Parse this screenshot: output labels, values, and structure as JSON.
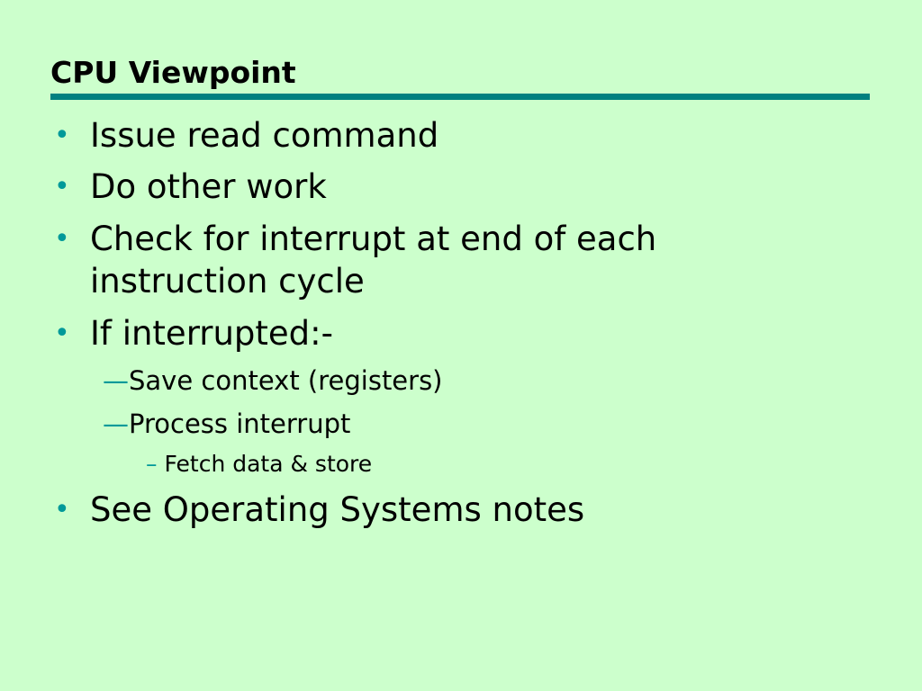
{
  "slide": {
    "title": "CPU Viewpoint",
    "accent_color": "#008080",
    "bullet_color": "#009999",
    "background_color": "#ccffcc",
    "bullets": [
      "Issue read command",
      "Do other work",
      "Check for interrupt at end of each",
      "instruction cycle",
      "If interrupted:-",
      "See Operating Systems notes"
    ],
    "sub_bullets": [
      "Save context (registers)",
      "Process interrupt"
    ],
    "sub_sub_bullets": [
      "Fetch data & store"
    ],
    "bullet_glyph": "•",
    "sub_dash": "—",
    "sub_sub_dash": "–"
  }
}
